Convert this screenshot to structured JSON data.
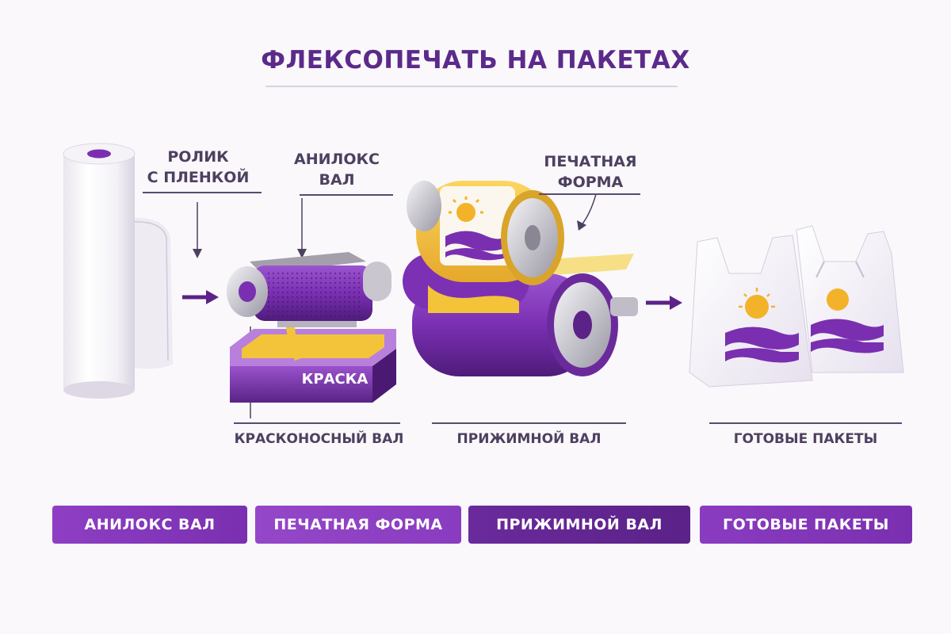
{
  "title": "ФЛЕКСОПЕЧАТЬ НА ПАКЕТАХ",
  "labels": {
    "film_roll_line1": "РОЛИК",
    "film_roll_line2": "С ПЛЕНКОЙ",
    "anilox_line1": "АНИЛОКС",
    "anilox_line2": "ВАЛ",
    "plate_line1": "ПЕЧАТНАЯ",
    "plate_line2": "ФОРМА",
    "ink_tray": "КРАСКА",
    "fountain_roller": "КРАСКОНОСНЫЙ ВАЛ",
    "impression_roller": "ПРИЖИМНОЙ ВАЛ",
    "finished_bags": "ГОТОВЫЕ ПАКЕТЫ"
  },
  "steps": [
    {
      "label": "АНИЛОКС ВАЛ"
    },
    {
      "label": "ПЕЧАТНАЯ ФОРМА"
    },
    {
      "label": "ПРИЖИМНОЙ ВАЛ"
    },
    {
      "label": "ГОТОВЫЕ ПАКЕТЫ"
    }
  ],
  "colors": {
    "accent": "#7a2fb0",
    "accent_dark": "#5b2288",
    "ink": "#f2c230",
    "text": "#4e4060"
  }
}
